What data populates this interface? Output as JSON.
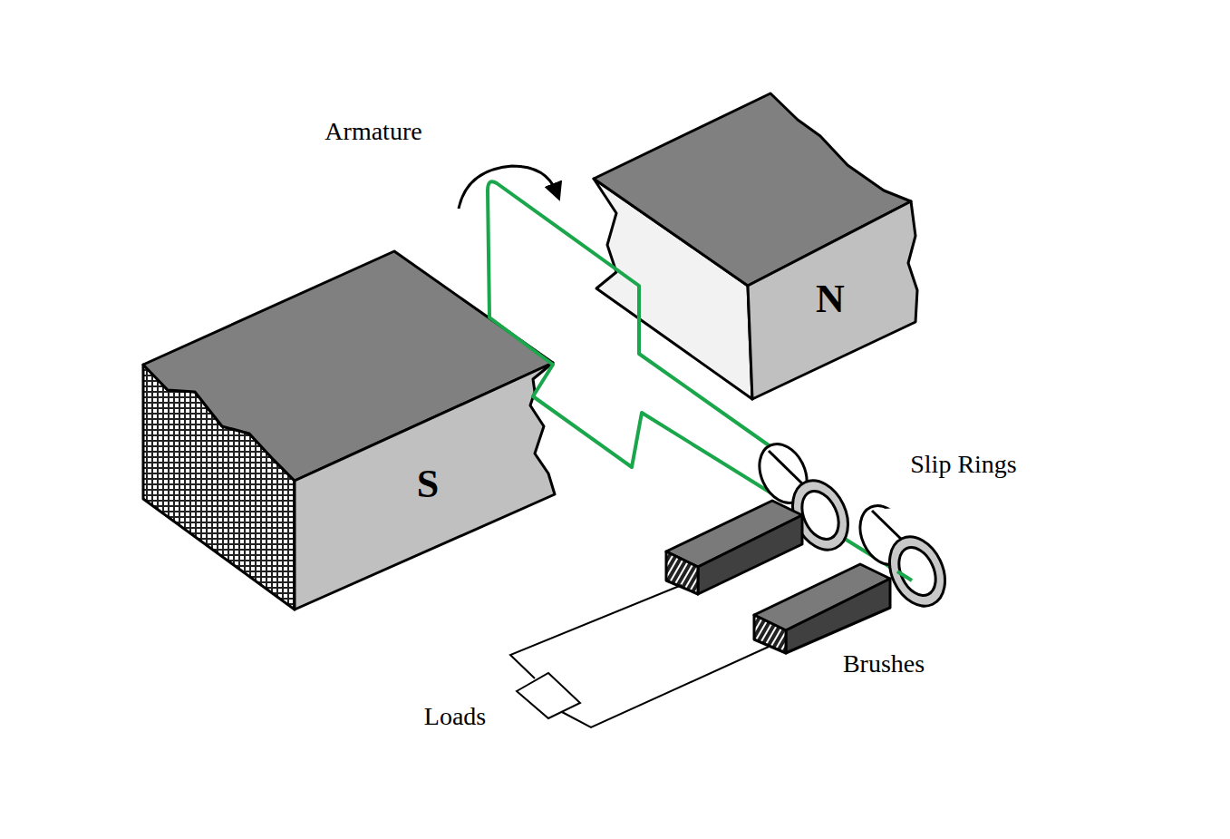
{
  "diagram": {
    "labels": [
      "Armature",
      "N",
      "S",
      "Slip Rings",
      "Brushes",
      "Loads"
    ]
  }
}
